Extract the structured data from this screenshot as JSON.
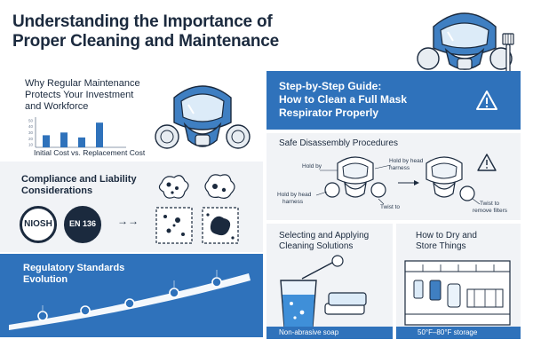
{
  "header": {
    "title_line1": "Understanding the Importance of",
    "title_line2": "Proper Cleaning and Maintenance"
  },
  "maintenance": {
    "heading_line1": "Why Regular Maintenance",
    "heading_line2": "Protects Your Investment",
    "heading_line3": "and Workforce",
    "chart_caption": "Initial Cost vs. Replacement Cost"
  },
  "compliance": {
    "heading_line1": "Compliance and Liability",
    "heading_line2": "Considerations",
    "badge_niosh": "NIOSH",
    "badge_en": "EN 136",
    "arrow": "→→"
  },
  "regulatory": {
    "heading_line1": "Regulatory Standards",
    "heading_line2": "Evolution"
  },
  "guide": {
    "heading_line1": "Step-by-Step Guide:",
    "heading_line2": "How to Clean a Full Mask",
    "heading_line3": "Respirator Properly"
  },
  "disassembly": {
    "heading": "Safe Disassembly Procedures",
    "label_hold_by": "Hold by",
    "label_hold_head_1": "Hold by head",
    "label_hold_head_1b": "harness",
    "label_hold_head_2": "Hold by head",
    "label_hold_head_2b": "harness",
    "label_twist_to_1": "Twist to",
    "label_twist_to_2": "Twist to",
    "label_remove_filters": "remove filters"
  },
  "cleaning": {
    "heading_line1": "Selecting and Applying",
    "heading_line2": "Cleaning Solutions",
    "footer": "Non-abrasive soap"
  },
  "drying": {
    "heading_line1": "How to Dry and",
    "heading_line2": "Store Things",
    "footer": "50°F–80°F storage"
  },
  "chart_data": {
    "type": "bar",
    "yticks": [
      "50",
      "40",
      "30",
      "20",
      "10"
    ],
    "values": [
      22,
      27,
      18,
      45
    ],
    "ylim": [
      0,
      55
    ]
  },
  "colors": {
    "accent_blue": "#2f72bb",
    "navy": "#1b2a3e",
    "panel_gray": "#f1f3f6"
  }
}
